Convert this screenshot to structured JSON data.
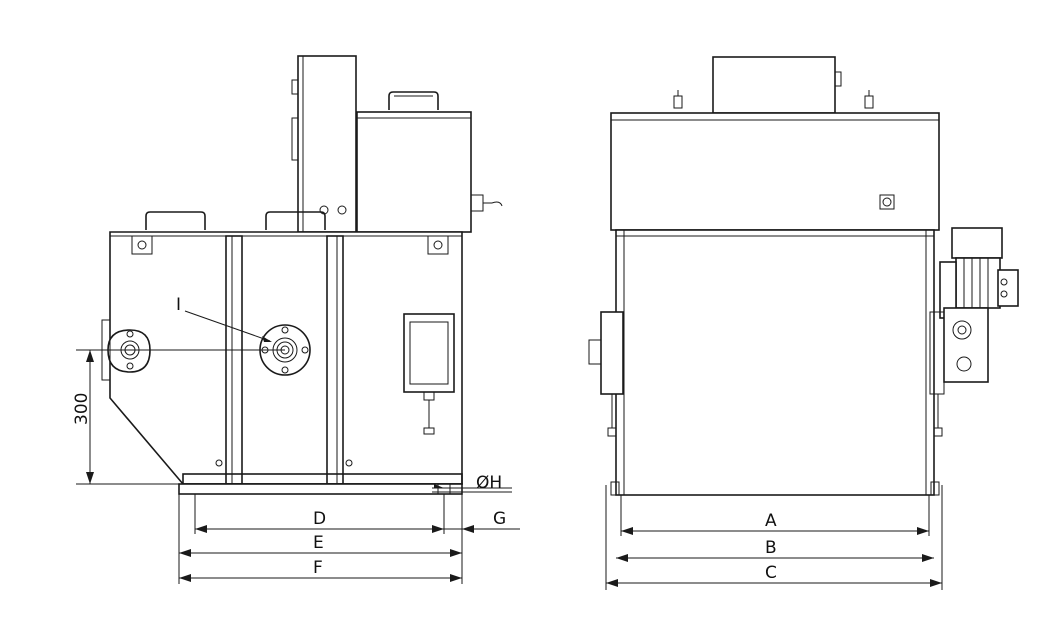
{
  "labels": {
    "A": "A",
    "B": "B",
    "C": "C",
    "D": "D",
    "E": "E",
    "F": "F",
    "G": "G",
    "H": "ØH",
    "I": "I",
    "height": "300"
  }
}
